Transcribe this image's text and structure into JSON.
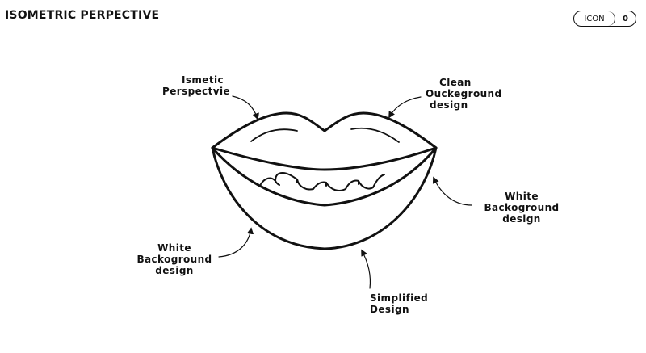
{
  "header": {
    "title": "ISOMETRIC PERPECTIVE",
    "badge_label": "ICON",
    "badge_number": "0"
  },
  "main_icon": {
    "icon": "smiling-lips-icon"
  },
  "annotations": [
    {
      "lines": [
        "Ismetic",
        "Perspectvie"
      ]
    },
    {
      "lines": [
        "Clean",
        "Ouckeground",
        "design"
      ]
    },
    {
      "lines": [
        "White",
        "Backoground",
        "design"
      ]
    },
    {
      "lines": [
        "White",
        "Backoground",
        "design"
      ]
    },
    {
      "lines": [
        "Simplified",
        "Design"
      ]
    }
  ],
  "colors": {
    "stroke": "#111111",
    "background": "#ffffff"
  }
}
